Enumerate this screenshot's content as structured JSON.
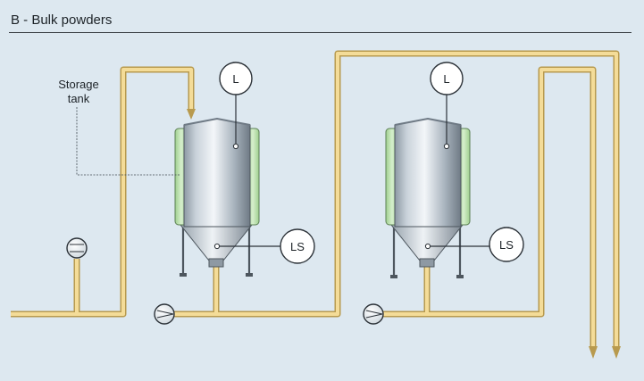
{
  "header": {
    "title": "B - Bulk powders"
  },
  "diagram": {
    "storage_label_line1": "Storage",
    "storage_label_line2": "tank",
    "tank1": {
      "level_sensor": "L",
      "level_switch": "LS"
    },
    "tank2": {
      "level_sensor": "L",
      "level_switch": "LS"
    }
  },
  "colors": {
    "background": "#dde8f0",
    "pipe_fill": "#f4dc98",
    "pipe_outline": "#b89a4e",
    "tank_jacket": "#bfe2b2",
    "leader_line": "#3f4a52"
  }
}
